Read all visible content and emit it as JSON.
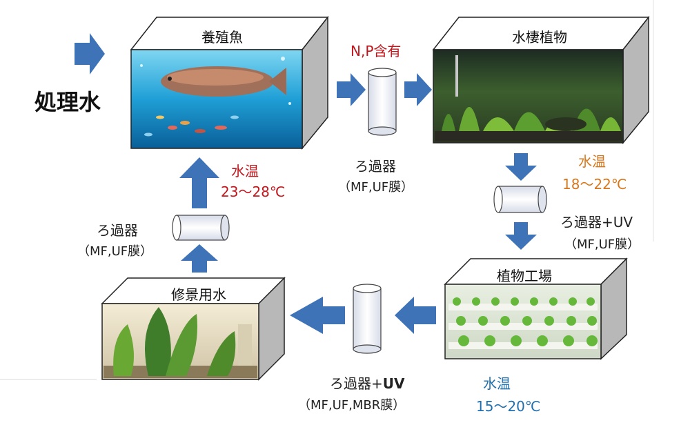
{
  "input_label": "処理水",
  "boxes": {
    "fish": {
      "title": "養殖魚",
      "temp_label": "水温",
      "temp_range": "23～28℃"
    },
    "plants": {
      "title": "水棲植物",
      "temp_label": "水温",
      "temp_range": "18～22℃"
    },
    "factory": {
      "title": "植物工場",
      "temp_label": "水温",
      "temp_range": "15～20℃"
    },
    "landscape": {
      "title": "修景用水"
    }
  },
  "nutrients_label": "N,P含有",
  "filters": {
    "f1": {
      "name": "ろ過器",
      "membrane": "（MF,UF膜）"
    },
    "f2": {
      "name": "ろ過器+UV",
      "membrane": "（MF,UF膜）"
    },
    "f3": {
      "name_main": "ろ過器+",
      "name_uv": "UV",
      "membrane": "（MF,UF,MBR膜）"
    },
    "f4": {
      "name": "ろ過器",
      "membrane": "（MF,UF膜）"
    }
  },
  "colors": {
    "arrow": "#3f73b8",
    "temp_red": "#c0161c",
    "temp_orange": "#d9771b",
    "temp_blue": "#1f6fae"
  }
}
